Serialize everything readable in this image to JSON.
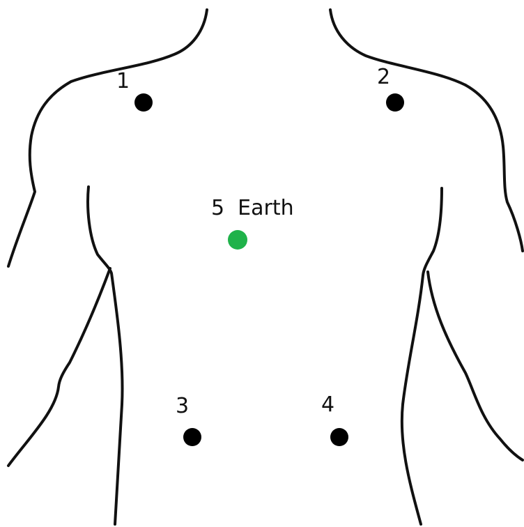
{
  "diagram": {
    "outline_color": "#111111",
    "background": "#ffffff",
    "electrodes": [
      {
        "id": "e1",
        "label": "1",
        "color": "#000000",
        "role": "electrode"
      },
      {
        "id": "e2",
        "label": "2",
        "color": "#000000",
        "role": "electrode"
      },
      {
        "id": "e5",
        "label": "5  Earth",
        "color": "#1fb24a",
        "role": "earth-electrode"
      },
      {
        "id": "e3",
        "label": "3",
        "color": "#000000",
        "role": "electrode"
      },
      {
        "id": "e4",
        "label": "4",
        "color": "#000000",
        "role": "electrode"
      }
    ]
  }
}
